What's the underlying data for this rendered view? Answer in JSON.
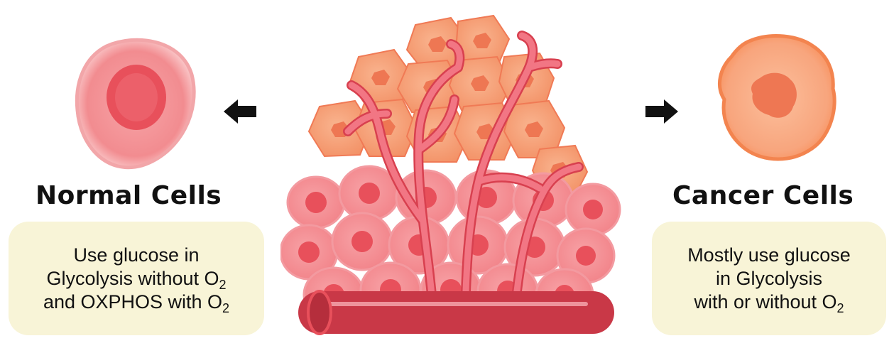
{
  "normal": {
    "title": "Normal Cells",
    "line1": "Use glucose in",
    "line2_text": "Glycolysis without O",
    "line2_sub": "2",
    "line3_text": "and OXPHOS with O",
    "line3_sub": "2"
  },
  "cancer": {
    "title": "Cancer Cells",
    "line1": "Mostly use glucose",
    "line2": "in Glycolysis",
    "line3_text": "with or without O",
    "line3_sub": "2"
  },
  "icons": {
    "left_arrow": "arrow-left-icon",
    "right_arrow": "arrow-right-icon",
    "normal_cell": "normal-cell-icon",
    "cancer_cell": "cancer-cell-icon",
    "tumor": "tumor-illustration"
  },
  "colors": {
    "normal_cell_fill": "#f58a8e",
    "normal_nucleus": "#e8505b",
    "cancer_cell_fill": "#f9a87e",
    "cancer_nucleus": "#ee7753",
    "vessel": "#ee5a6b",
    "box_fill": "#f8f4d7"
  }
}
